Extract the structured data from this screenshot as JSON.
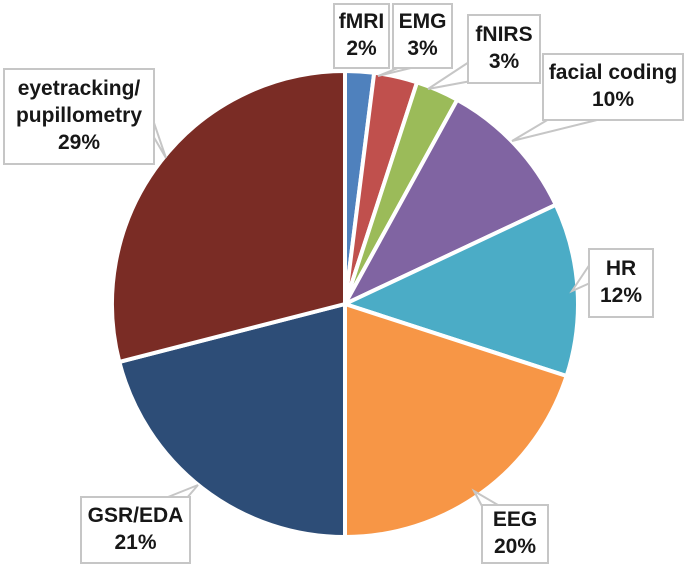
{
  "chart_data": {
    "type": "pie",
    "title": "",
    "unit": "%",
    "direction": "clockwise",
    "start_angle_deg": 0,
    "label_style": "external white callout boxes with gray borders and leader pointers",
    "background_color": "#ffffff",
    "callout_border_color": "#c6c6c6",
    "slice_separator_color": "#ffffff",
    "slices": [
      {
        "label": "fMRI",
        "value": 2,
        "pct_label": "2%",
        "color": "#4F81BD"
      },
      {
        "label": "EMG",
        "value": 3,
        "pct_label": "3%",
        "color": "#C0504D"
      },
      {
        "label": "fNIRS",
        "value": 3,
        "pct_label": "3%",
        "color": "#9BBB59"
      },
      {
        "label": "facial coding",
        "value": 10,
        "pct_label": "10%",
        "color": "#8064A2"
      },
      {
        "label": "HR",
        "value": 12,
        "pct_label": "12%",
        "color": "#4BACC6"
      },
      {
        "label": "EEG",
        "value": 20,
        "pct_label": "20%",
        "color": "#F79646"
      },
      {
        "label": "GSR/EDA",
        "value": 21,
        "pct_label": "21%",
        "color": "#2D4D77"
      },
      {
        "label": "eyetracking/pupillometry",
        "value": 29,
        "pct_label": "29%",
        "color": "#7A2C25",
        "display_line1": "eyetracking/",
        "display_line2": "pupillometry"
      }
    ]
  }
}
